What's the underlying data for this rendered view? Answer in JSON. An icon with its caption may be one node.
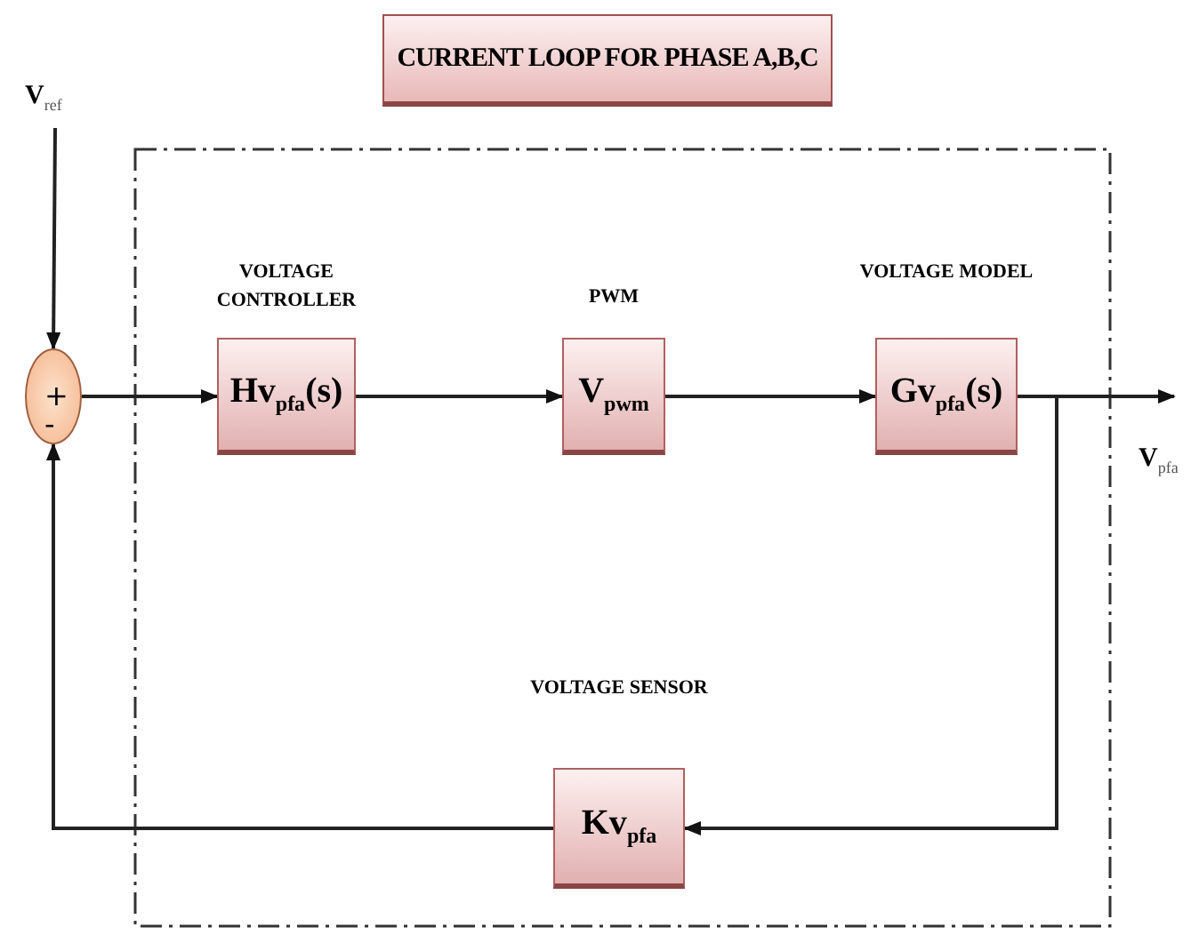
{
  "diagram": {
    "title": "CURRENT LOOP FOR PHASE A,B,C",
    "nodes": [
      {
        "text": [
          "V$_{ref}$"
        ]
      },
      {
        "text": [
          "+",
          "-"
        ]
      },
      {
        "text": [
          "VOLTAGE CONTROLLER",
          "Hv$_{pfa}$(s)"
        ]
      },
      {
        "text": [
          "PWM",
          "V$_{pwm}$"
        ]
      },
      {
        "text": [
          "VOLTAGE MODEL",
          "Gv$_{pfa}$(s)"
        ]
      },
      {
        "text": [
          "VOLTAGE SENSOR",
          "Kv$_{pfa}$"
        ]
      }
    ],
    "edges": [
      {
        "from": 0,
        "to": 1,
        "arrow": "to"
      },
      {
        "from": 1,
        "to": 2,
        "arrow": "to"
      },
      {
        "from": 2,
        "to": 3,
        "arrow": "to"
      },
      {
        "from": 3,
        "to": 4,
        "arrow": "to"
      },
      {
        "from": 4,
        "to": null,
        "arrow": "to"
      },
      {
        "from": 4,
        "to": 5,
        "arrow": "to"
      },
      {
        "from": 5,
        "to": 1,
        "arrow": "to"
      }
    ],
    "labels": [
      "V$_{pfa}$"
    ]
  }
}
